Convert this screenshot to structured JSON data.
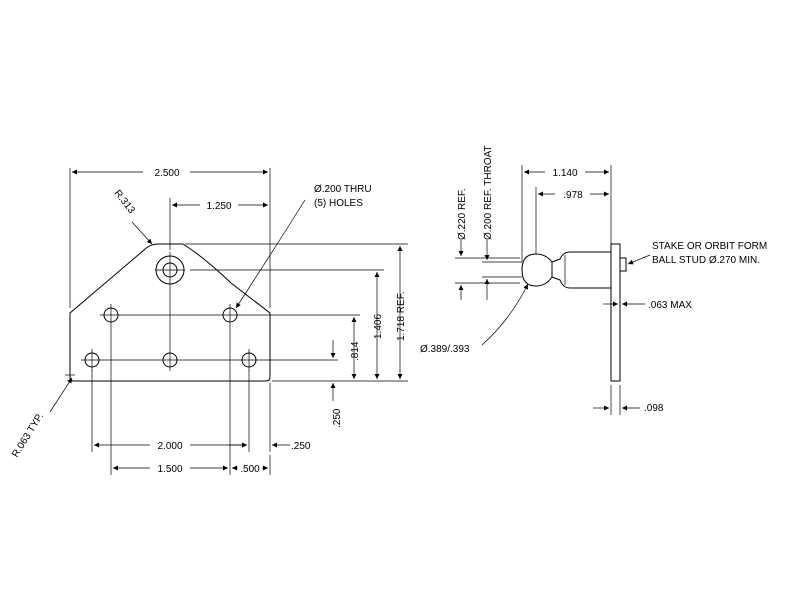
{
  "drawing": {
    "front_view": {
      "overall_width": "2.500",
      "hole_offset": "1.250",
      "corner_radius": "R.313",
      "hole_note_1": "Ø.200 THRU",
      "hole_note_2": "(5) HOLES",
      "height_1": ".814",
      "height_2": "1.406",
      "height_3": "1.718 REF.",
      "vertical_250": ".250",
      "fillet": "R.063 TYP.",
      "span_2000": "2.000",
      "offset_250": ".250",
      "span_1500": "1.500",
      "offset_500": ".500"
    },
    "side_view": {
      "stud_length": "1.140",
      "shoulder_length": ".978",
      "ball_ref": "Ø.220 REF.",
      "throat_ref": "Ø.200 REF. THROAT",
      "ball_diameter": "Ø.389/.393",
      "stake_note_1": "STAKE OR ORBIT FORM",
      "stake_note_2": "BALL STUD Ø.270 MIN.",
      "max_thickness": ".063 MAX",
      "plate_thickness": ".098"
    }
  }
}
